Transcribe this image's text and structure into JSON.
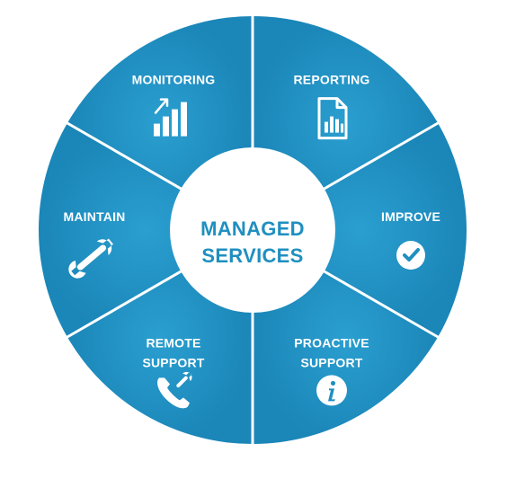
{
  "diagram": {
    "center": {
      "lines": [
        "MANAGED",
        "SERVICES"
      ]
    },
    "colors": {
      "segment": "#1f8fc0",
      "segment_dark": "#1a7fb0",
      "divider": "#ffffff",
      "center_fill": "#ffffff",
      "center_text": "#1f8fc0"
    },
    "segments": [
      {
        "key": "reporting",
        "lines": [
          "REPORTING"
        ],
        "icon": "document-chart-icon"
      },
      {
        "key": "improve",
        "lines": [
          "IMPROVE"
        ],
        "icon": "checkmark-circle-icon"
      },
      {
        "key": "proactive-support",
        "lines": [
          "PROACTIVE",
          "SUPPORT"
        ],
        "icon": "info-circle-icon"
      },
      {
        "key": "remote-support",
        "lines": [
          "REMOTE",
          "SUPPORT"
        ],
        "icon": "phone-wrench-icon"
      },
      {
        "key": "maintain",
        "lines": [
          "MAINTAIN"
        ],
        "icon": "wrench-icon"
      },
      {
        "key": "monitoring",
        "lines": [
          "MONITORING"
        ],
        "icon": "bar-chart-growth-icon"
      }
    ]
  }
}
